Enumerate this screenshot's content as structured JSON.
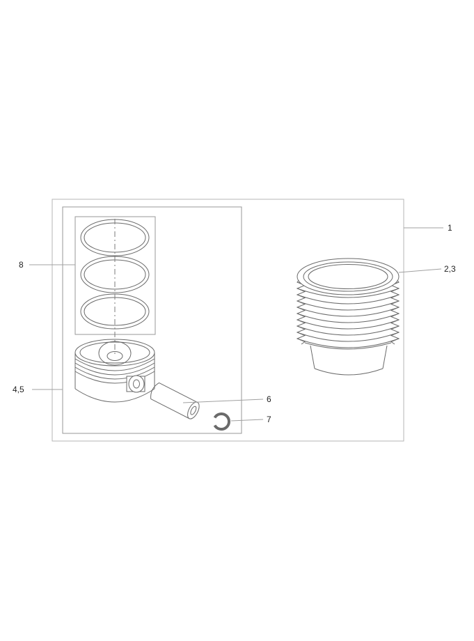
{
  "diagram": {
    "callouts": {
      "c1": "1",
      "c23": "2,3",
      "c45": "4,5",
      "c6": "6",
      "c7": "7",
      "c8": "8"
    },
    "colors": {
      "part_line": "#6a6a6a",
      "frame_line": "#b5b5b5",
      "box_line": "#979797",
      "leader_line": "#a0a0a0",
      "label_text": "#1f1f1f",
      "background": "#ffffff"
    }
  }
}
